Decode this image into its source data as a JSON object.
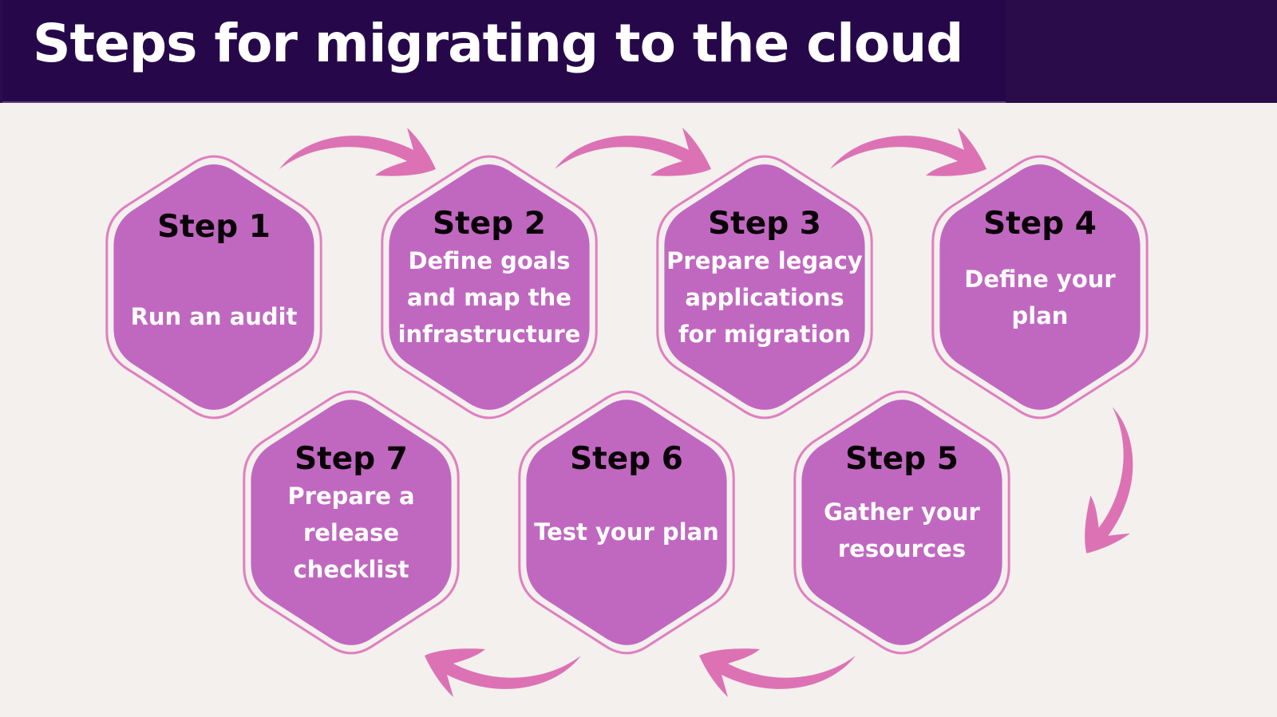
{
  "title": "Steps for migrating to the cloud",
  "colors": {
    "header_bg": "#26084a",
    "background": "#f3f0ed",
    "hexagon_fill": "#c068c0",
    "hexagon_outline": "#e07fc0",
    "arrow": "#dc72b4",
    "step_title_text": "#0a0008",
    "step_desc_text": "#ffffff"
  },
  "steps": [
    {
      "title": "Step 1",
      "description": [
        "Run an audit"
      ]
    },
    {
      "title": "Step 2",
      "description": [
        "Define goals",
        "and map the",
        "infrastructure"
      ]
    },
    {
      "title": "Step 3",
      "description": [
        "Prepare legacy",
        "applications",
        "for migration"
      ]
    },
    {
      "title": "Step 4",
      "description": [
        "Define your",
        "plan"
      ]
    },
    {
      "title": "Step 5",
      "description": [
        "Gather your",
        "resources"
      ]
    },
    {
      "title": "Step 6",
      "description": [
        "Test your plan"
      ]
    },
    {
      "title": "Step 7",
      "description": [
        "Prepare a",
        "release",
        "checklist"
      ]
    }
  ],
  "flow": [
    "Step 1",
    "Step 2",
    "Step 3",
    "Step 4",
    "Step 5",
    "Step 6",
    "Step 7"
  ]
}
